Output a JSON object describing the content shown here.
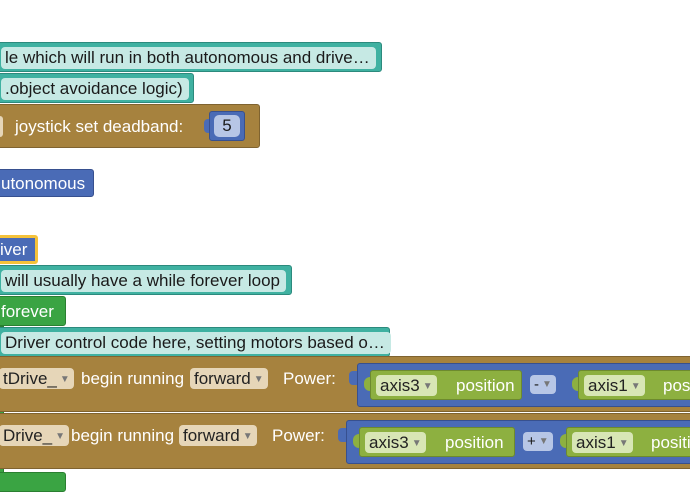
{
  "comments": {
    "c1": "le which will run in both autonomous and drive…",
    "c2": ".object avoidance logic)",
    "c3": "will usually have a while forever loop",
    "c4": "Driver control code here, setting motors based o…"
  },
  "joystick_block": {
    "label": "joystick set  deadband:",
    "deadband_value": "5"
  },
  "events": {
    "autonomous": "utonomous",
    "driver": "iver"
  },
  "loop": {
    "label": "forever"
  },
  "motor_blocks": [
    {
      "motor": "tDrive_",
      "begin_label": "begin running",
      "direction": "forward",
      "power_label": "Power:",
      "axis_a": "axis3",
      "position_a": "position",
      "operator": "-",
      "axis_b": "axis1",
      "position_b": "posi"
    },
    {
      "motor": "Drive_",
      "begin_label": "begin running",
      "direction": "forward",
      "power_label": "Power:",
      "axis_a": "axis3",
      "position_a": "position",
      "operator": "+",
      "axis_b": "axis1",
      "position_b": "positi"
    }
  ],
  "colors": {
    "comment": "#3fb1a1",
    "motor": "#a6823e",
    "event": "#4a6bb6",
    "loop": "#3aa443",
    "sensor": "#8db040",
    "selected_outline": "#f5c23a"
  }
}
